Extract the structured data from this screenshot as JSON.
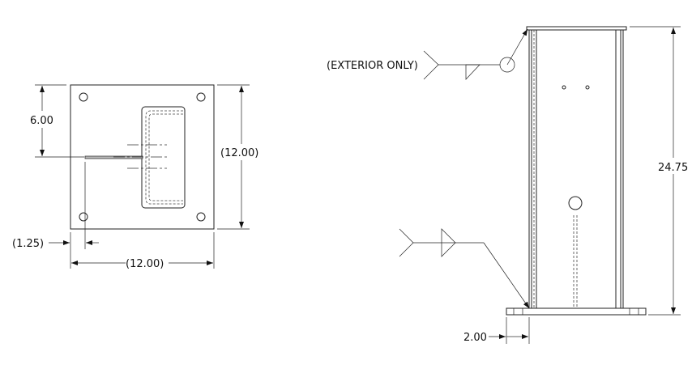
{
  "top_view": {
    "dim_height_to_slot": "6.00",
    "dim_height": "(12.00)",
    "dim_width": "(12.00)",
    "dim_slot_offset": "(1.25)"
  },
  "side_view": {
    "weld_note": "(EXTERIOR ONLY)",
    "dim_height": "24.75",
    "dim_base_offset": "2.00"
  }
}
